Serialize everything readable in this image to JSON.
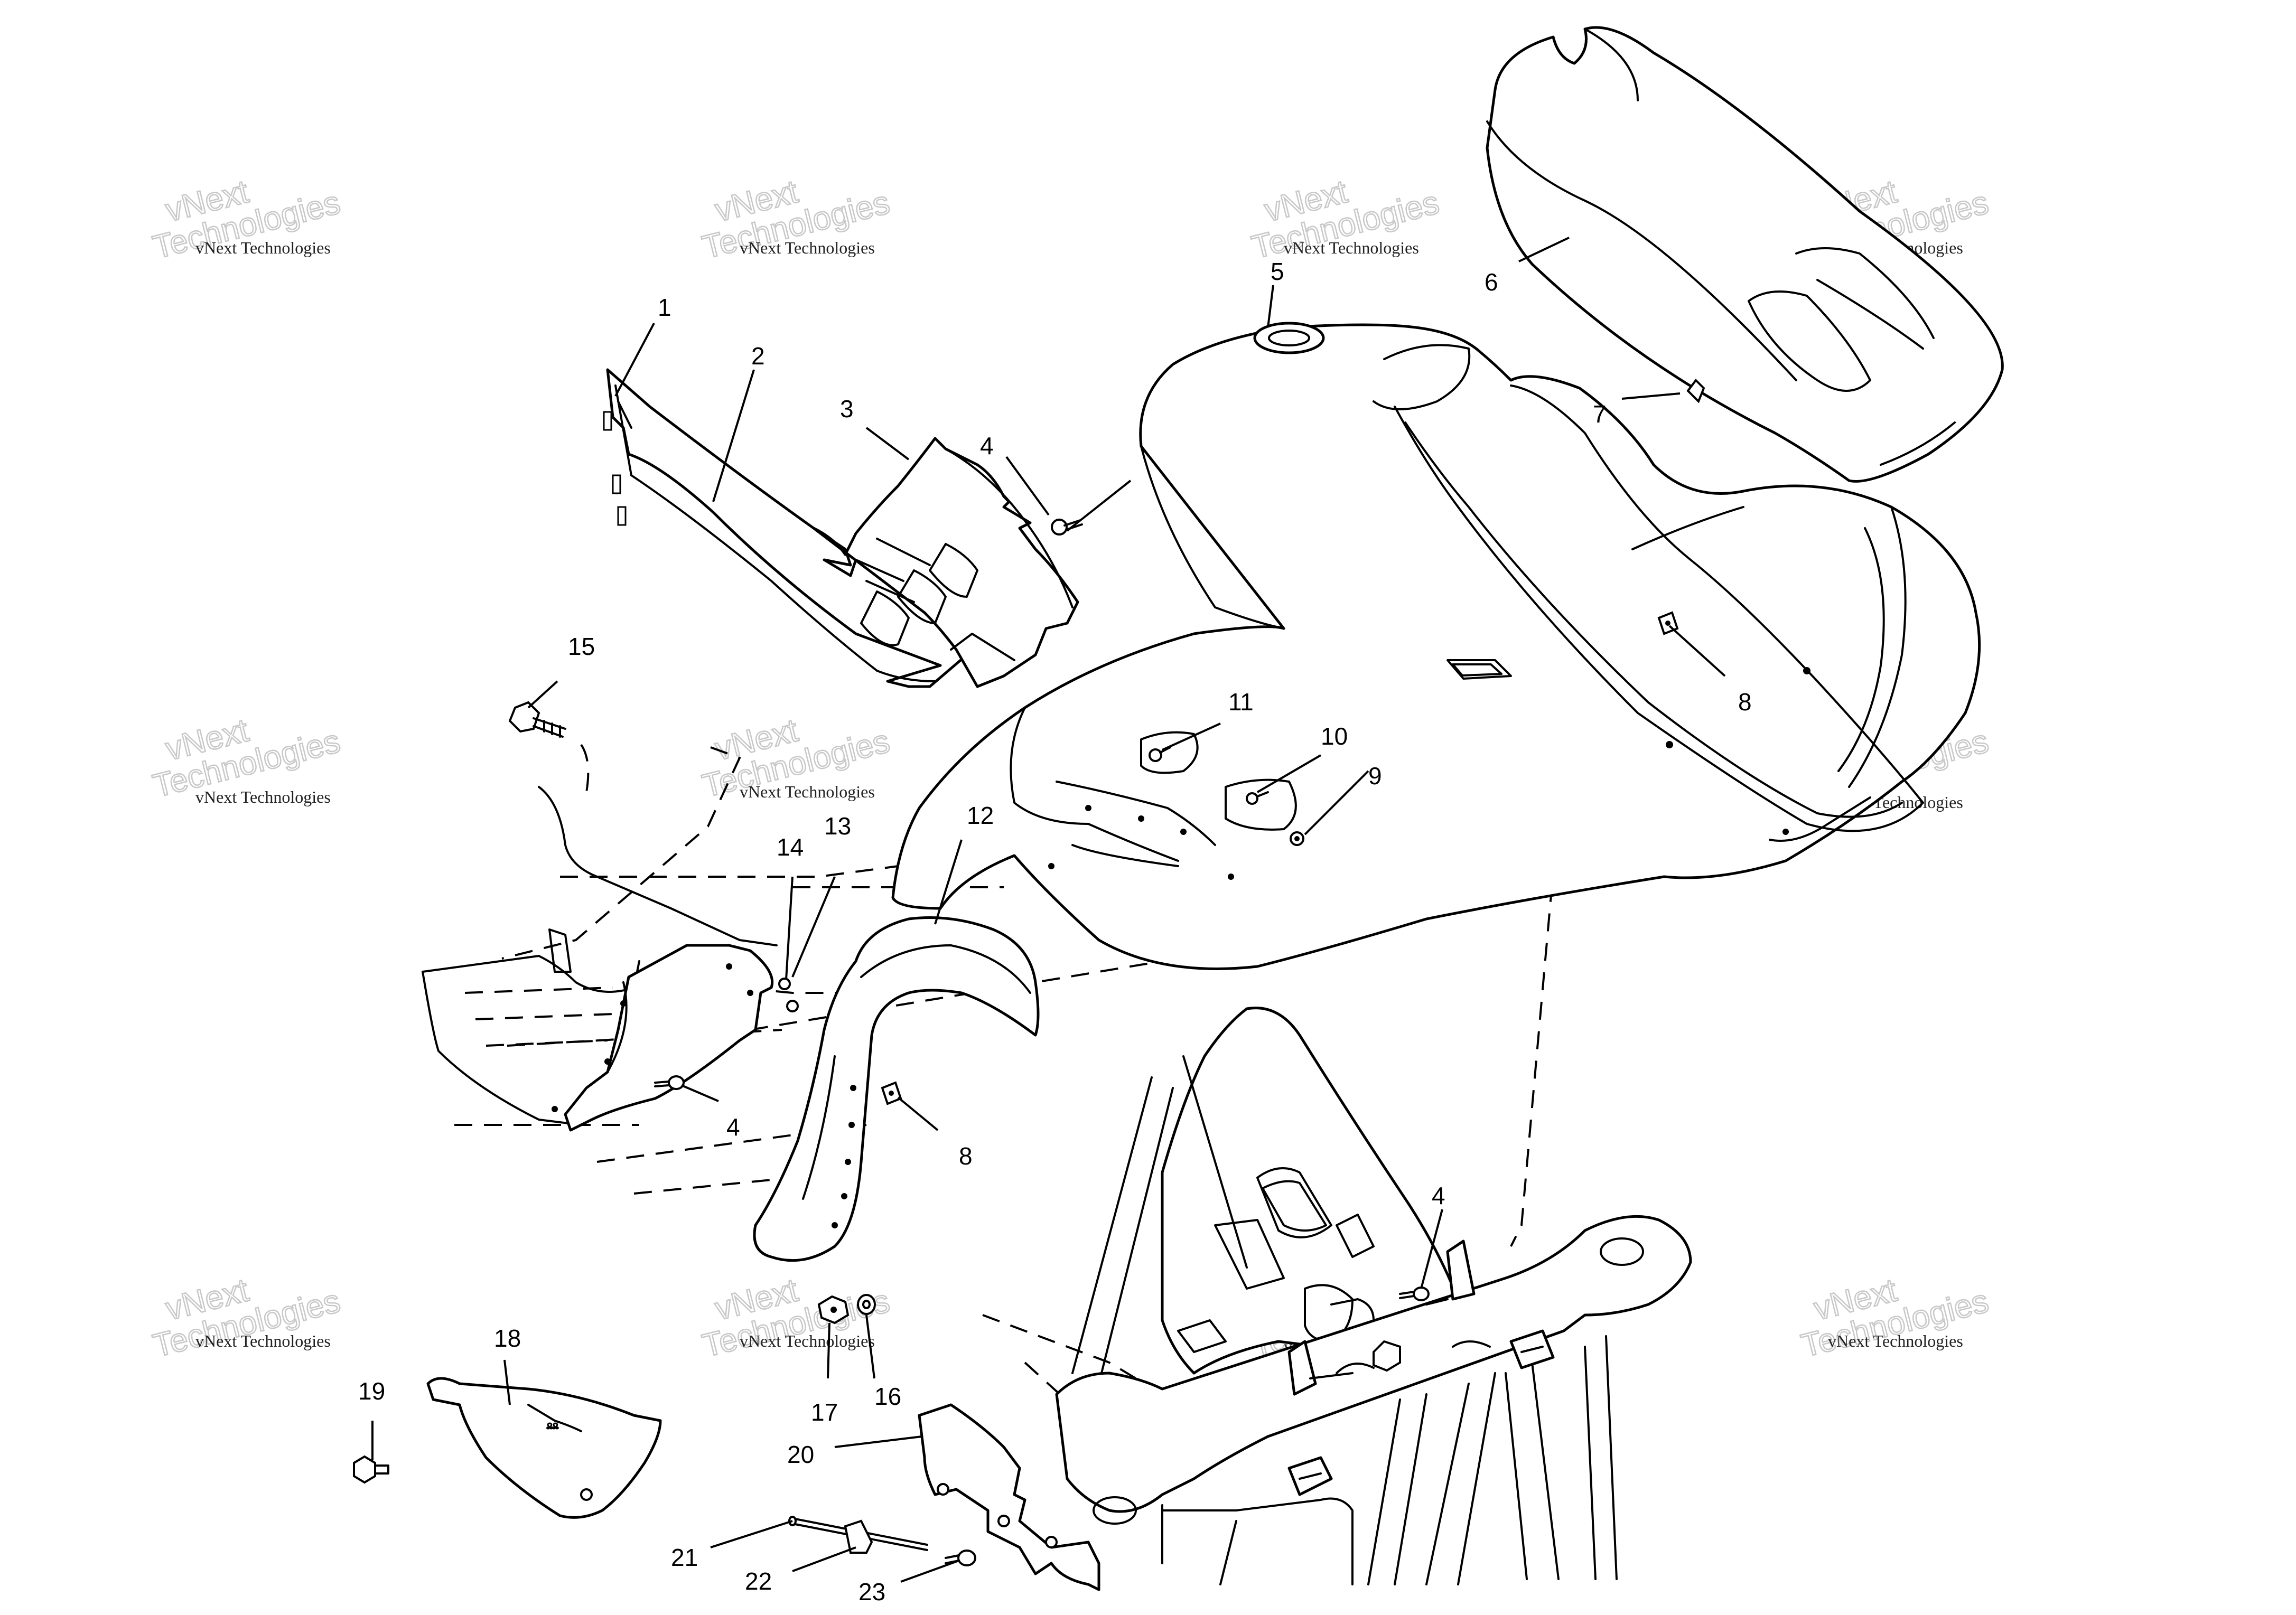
{
  "diagram": {
    "callouts": [
      {
        "id": "1",
        "label": "1"
      },
      {
        "id": "2",
        "label": "2"
      },
      {
        "id": "3",
        "label": "3"
      },
      {
        "id": "4a",
        "label": "4"
      },
      {
        "id": "4b",
        "label": "4"
      },
      {
        "id": "4c",
        "label": "4"
      },
      {
        "id": "5",
        "label": "5"
      },
      {
        "id": "6",
        "label": "6"
      },
      {
        "id": "7",
        "label": "7"
      },
      {
        "id": "8a",
        "label": "8"
      },
      {
        "id": "8b",
        "label": "8"
      },
      {
        "id": "9",
        "label": "9"
      },
      {
        "id": "10",
        "label": "10"
      },
      {
        "id": "11",
        "label": "11"
      },
      {
        "id": "12",
        "label": "12"
      },
      {
        "id": "13",
        "label": "13"
      },
      {
        "id": "14",
        "label": "14"
      },
      {
        "id": "15",
        "label": "15"
      },
      {
        "id": "16",
        "label": "16"
      },
      {
        "id": "17",
        "label": "17"
      },
      {
        "id": "18",
        "label": "18"
      },
      {
        "id": "19",
        "label": "19"
      },
      {
        "id": "20",
        "label": "20"
      },
      {
        "id": "21",
        "label": "21"
      },
      {
        "id": "22",
        "label": "22"
      },
      {
        "id": "23",
        "label": "23"
      }
    ],
    "watermark": {
      "line1": "vNext Technologies",
      "big_line1": "vNext",
      "big_line2": "Technologies"
    },
    "colors": {
      "line": "#000000",
      "background": "#ffffff",
      "watermark": "#c8c8c8"
    }
  }
}
